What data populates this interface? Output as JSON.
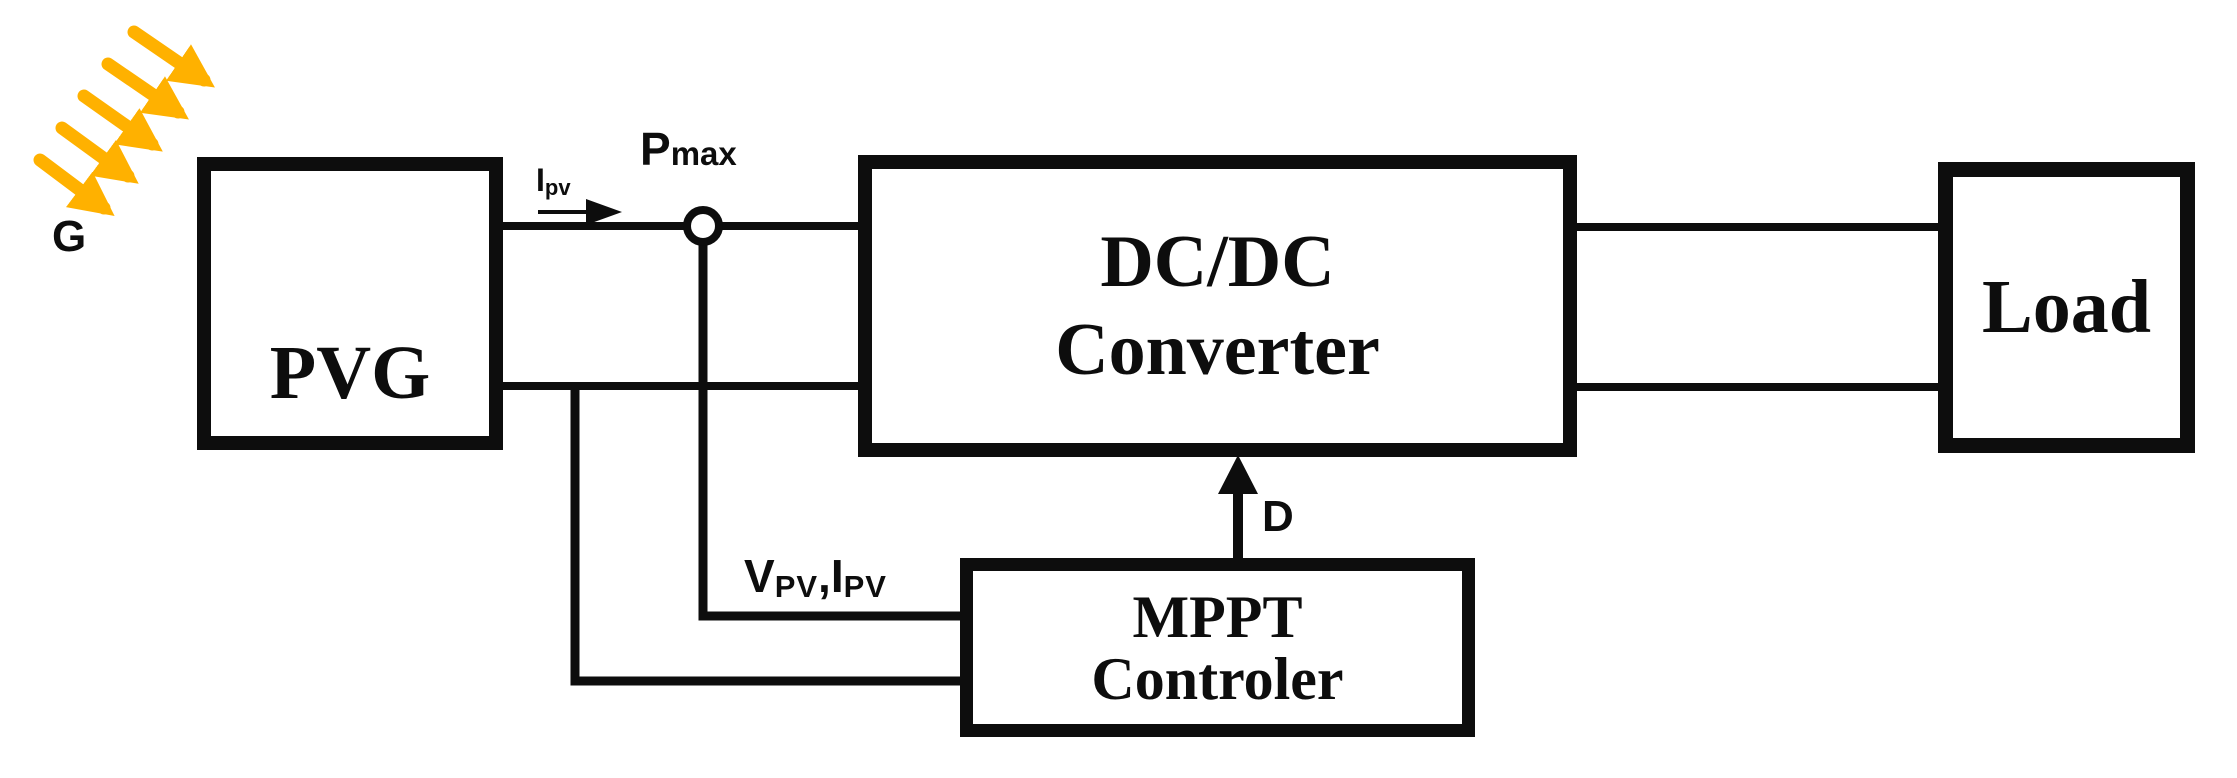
{
  "colors": {
    "paper": "#ffffff",
    "ink": "#0d0d0d",
    "wire": "#0d0d0d",
    "sun": "#ffb100"
  },
  "blocks": {
    "pvg": {
      "label": "PVG"
    },
    "dcdc": {
      "line1": "DC/DC",
      "line2": "Converter"
    },
    "load": {
      "label": "Load"
    },
    "mppt": {
      "line1": "MPPT",
      "line2": "Controler"
    }
  },
  "labels": {
    "g": "G",
    "ipv": {
      "main": "I",
      "sub": "pv"
    },
    "pmax": {
      "main": "P",
      "sub": "max"
    },
    "vpv_ipv": {
      "v": "V",
      "v_sub": "PV",
      "sep": ",",
      "i": "I",
      "i_sub": "PV"
    },
    "d": "D"
  }
}
